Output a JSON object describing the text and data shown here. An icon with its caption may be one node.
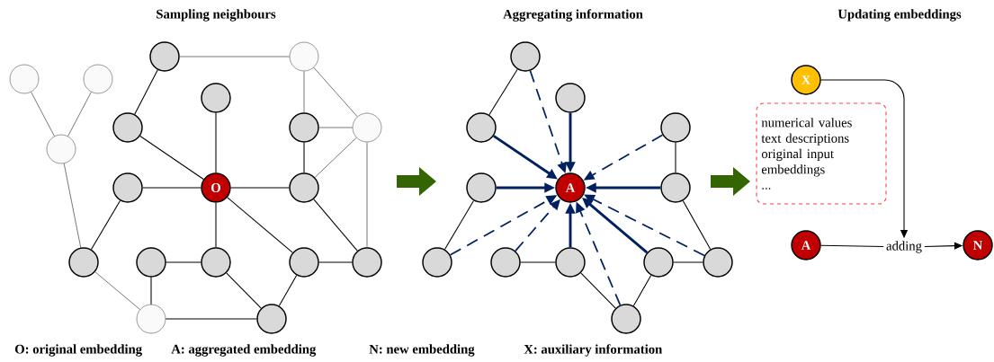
{
  "diagram": {
    "nodes": [
      {
        "text": [],
        "shape": "circle"
      },
      {
        "text": [],
        "shape": "circle"
      },
      {
        "text": [],
        "shape": "circle"
      },
      {
        "text": [],
        "shape": "circle"
      },
      {
        "text": [],
        "shape": "circle"
      },
      {
        "text": [],
        "shape": "circle"
      },
      {
        "text": [],
        "shape": "circle"
      },
      {
        "text": [],
        "shape": "circle"
      },
      {
        "text": [],
        "shape": "circle"
      },
      {
        "text": [],
        "shape": "circle"
      },
      {
        "text": [
          "O"
        ]
      },
      {
        "text": [],
        "shape": "circle"
      },
      {
        "text": [],
        "shape": "circle"
      },
      {
        "text": [],
        "shape": "circle"
      },
      {
        "text": [],
        "shape": "circle"
      },
      {
        "text": [],
        "shape": "circle"
      },
      {
        "text": [],
        "shape": "circle"
      },
      {
        "text": [],
        "shape": "circle"
      },
      {
        "text": [],
        "shape": "circle"
      },
      {
        "text": [],
        "shape": "circle"
      },
      {
        "text": [],
        "shape": "circle"
      },
      {
        "text": [],
        "shape": "circle"
      },
      {
        "text": [],
        "shape": "circle"
      },
      {
        "text": [],
        "shape": "circle"
      },
      {
        "text": [
          "A"
        ]
      },
      {
        "text": [],
        "shape": "circle"
      },
      {
        "text": [],
        "shape": "circle"
      },
      {
        "text": [],
        "shape": "circle"
      },
      {
        "text": [],
        "shape": "circle"
      },
      {
        "text": [],
        "shape": "circle"
      },
      {
        "text": [],
        "shape": "circle"
      },
      {
        "text": [],
        "shape": "circle"
      },
      {
        "text": [
          "X"
        ]
      },
      {
        "text": [
          "numerical values",
          "text descriptions",
          "original input embeddings",
          "..."
        ]
      },
      {
        "text": [
          "A"
        ]
      },
      {
        "text": [
          "adding"
        ]
      },
      {
        "text": [
          "N"
        ]
      }
    ],
    "edges": [
      {
        "from": 0,
        "to": 2,
        "arrow": "none",
        "color": "#555555"
      },
      {
        "from": 1,
        "to": 2,
        "arrow": "none",
        "color": "#555555"
      },
      {
        "from": 2,
        "to": 12,
        "arrow": "none",
        "color": "#555555"
      },
      {
        "from": 3,
        "to": 4,
        "arrow": "none",
        "color": "#555555"
      },
      {
        "from": 3,
        "to": 6,
        "arrow": "none"
      },
      {
        "from": 4,
        "to": 7,
        "arrow": "none",
        "color": "#555555"
      },
      {
        "from": 4,
        "to": 8,
        "arrow": "none",
        "color": "#555555"
      },
      {
        "from": 7,
        "to": 8,
        "arrow": "none",
        "color": "#555555"
      },
      {
        "from": 7,
        "to": 11,
        "arrow": "none"
      },
      {
        "from": 11,
        "to": 8,
        "arrow": "none",
        "color": "#555555"
      },
      {
        "from": 8,
        "to": 16,
        "arrow": "none",
        "color": "#555555"
      },
      {
        "from": 6,
        "to": 10,
        "arrow": "none"
      },
      {
        "from": 5,
        "to": 10,
        "arrow": "none"
      },
      {
        "from": 9,
        "to": 10,
        "arrow": "none"
      },
      {
        "from": 10,
        "to": 11,
        "arrow": "none"
      },
      {
        "from": 10,
        "to": 14,
        "arrow": "none"
      },
      {
        "from": 10,
        "to": 15,
        "arrow": "none"
      },
      {
        "from": 9,
        "to": 12,
        "arrow": "none"
      },
      {
        "from": 12,
        "to": 17,
        "arrow": "none",
        "color": "#555555"
      },
      {
        "from": 13,
        "to": 14,
        "arrow": "none"
      },
      {
        "from": 13,
        "to": 17,
        "arrow": "none"
      },
      {
        "from": 17,
        "to": 18,
        "arrow": "none"
      },
      {
        "from": 14,
        "to": 18,
        "arrow": "none"
      },
      {
        "from": 15,
        "to": 18,
        "arrow": "none"
      },
      {
        "from": 15,
        "to": 16,
        "arrow": "none"
      },
      {
        "from": 11,
        "to": 16,
        "arrow": "none"
      },
      {
        "from": 19,
        "to": 21,
        "arrow": "none"
      },
      {
        "from": 22,
        "to": 25,
        "arrow": "none"
      },
      {
        "from": 23,
        "to": 26,
        "arrow": "none"
      },
      {
        "from": 27,
        "to": 28,
        "arrow": "none"
      },
      {
        "from": 28,
        "to": 31,
        "arrow": "none"
      },
      {
        "from": 31,
        "to": 29,
        "arrow": "none"
      },
      {
        "from": 29,
        "to": 30,
        "arrow": "none"
      },
      {
        "from": 25,
        "to": 30,
        "arrow": "none"
      },
      {
        "from": 21,
        "to": 24,
        "arrow": "to",
        "style": "thick",
        "color": "#002060"
      },
      {
        "from": 20,
        "to": 24,
        "arrow": "to",
        "style": "thick",
        "color": "#002060"
      },
      {
        "from": 23,
        "to": 24,
        "arrow": "to",
        "style": "thick",
        "color": "#002060"
      },
      {
        "from": 25,
        "to": 24,
        "arrow": "to",
        "style": "thick",
        "color": "#002060"
      },
      {
        "from": 28,
        "to": 24,
        "arrow": "to",
        "style": "thick",
        "color": "#002060"
      },
      {
        "from": 29,
        "to": 24,
        "arrow": "to",
        "style": "thick",
        "color": "#002060"
      },
      {
        "from": 19,
        "to": 24,
        "arrow": "to",
        "style": "dashed",
        "color": "#002060"
      },
      {
        "from": 22,
        "to": 24,
        "arrow": "to",
        "style": "dashed",
        "color": "#002060"
      },
      {
        "from": 26,
        "to": 24,
        "arrow": "to",
        "style": "dashed",
        "color": "#002060"
      },
      {
        "from": 27,
        "to": 24,
        "arrow": "to",
        "style": "dashed",
        "color": "#002060"
      },
      {
        "from": 30,
        "to": 24,
        "arrow": "to",
        "style": "dashed",
        "color": "#002060"
      },
      {
        "from": 31,
        "to": 24,
        "arrow": "to",
        "style": "dashed",
        "color": "#002060"
      },
      {
        "from": 32,
        "to": 35,
        "arrow": "to"
      },
      {
        "from": 34,
        "to": 35,
        "arrow": "none"
      },
      {
        "from": 35,
        "to": 36,
        "arrow": "to"
      },
      {
        "from": 25,
        "to": 33,
        "arrow": "to",
        "style": "thick",
        "color": "#336600"
      }
    ],
    "labels": [
      "Sampling neighbours",
      "Aggregating information",
      "Updating embeddings",
      "O: original embedding",
      "A: aggregated embedding",
      "N: new embedding",
      "X: auxiliary information"
    ]
  }
}
